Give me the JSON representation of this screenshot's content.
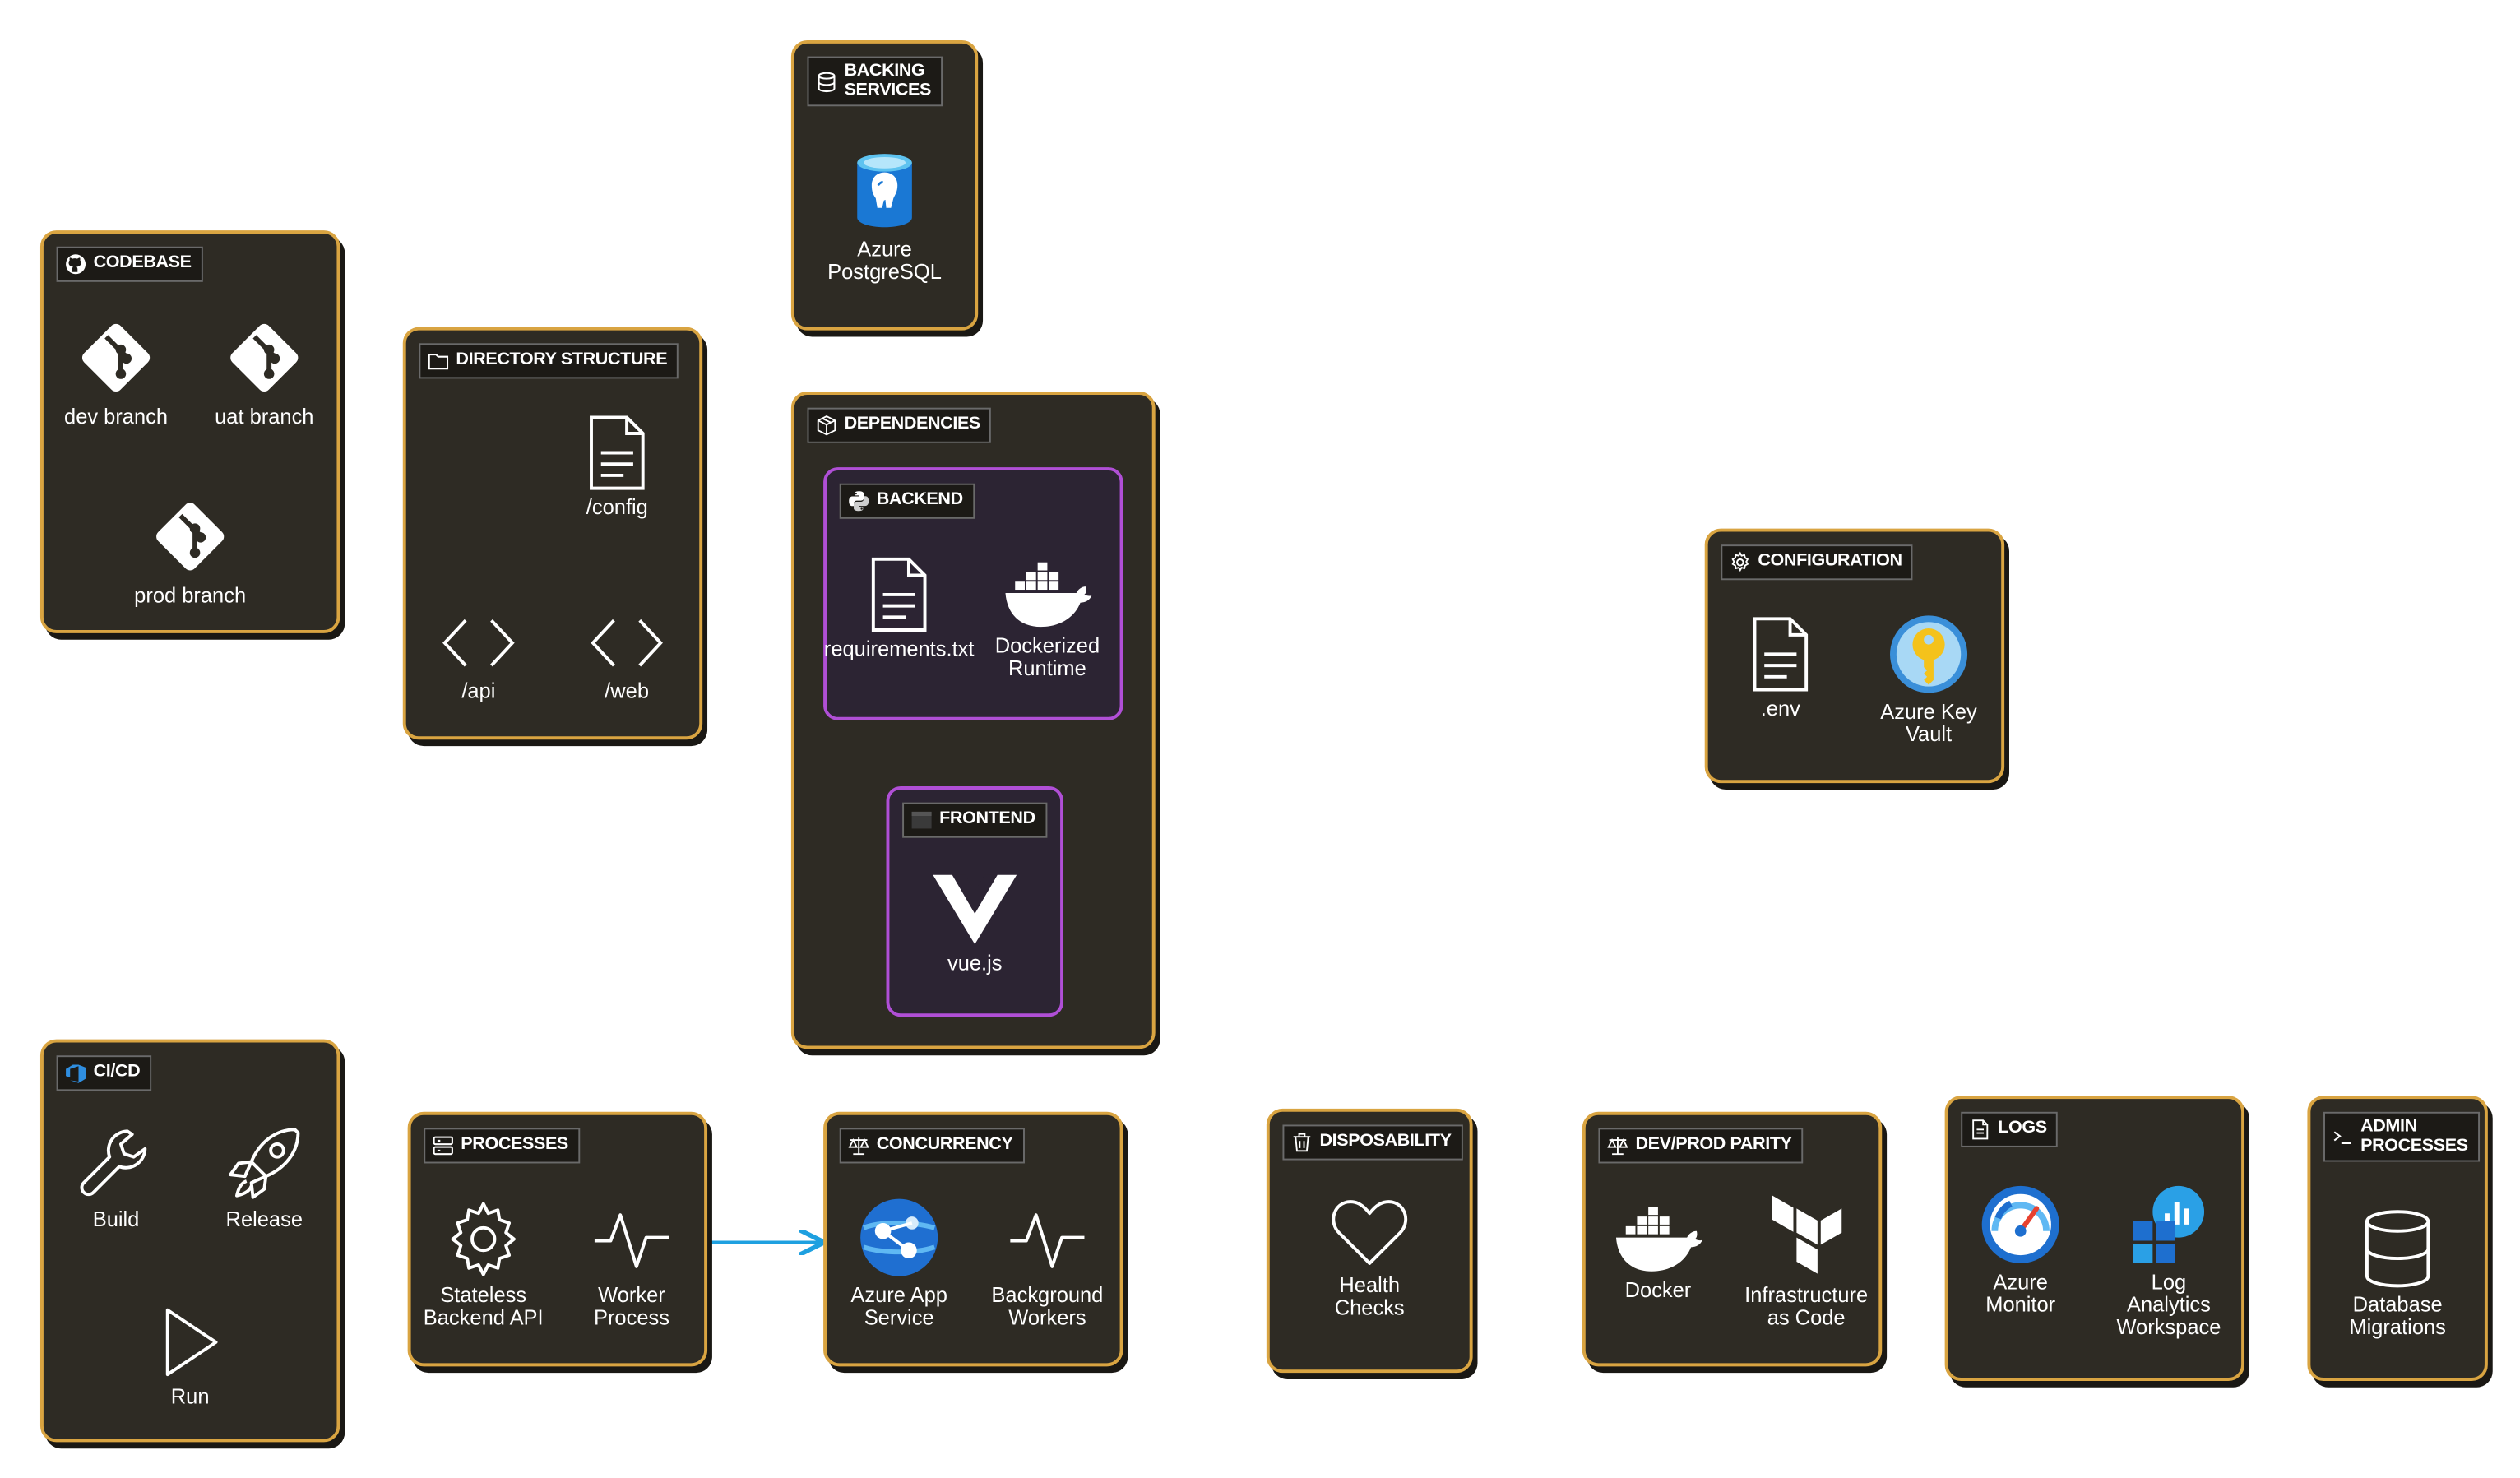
{
  "codebase": {
    "title": "CODEBASE",
    "items": [
      "dev branch",
      "uat branch",
      "prod branch"
    ]
  },
  "directory": {
    "title": "DIRECTORY STRUCTURE",
    "items": [
      "/config",
      "/api",
      "/web"
    ]
  },
  "backing": {
    "title": "BACKING\nSERVICES",
    "items": [
      "Azure\nPostgreSQL"
    ]
  },
  "dependencies": {
    "title": "DEPENDENCIES",
    "backend": {
      "title": "BACKEND",
      "items": [
        "requirements.txt",
        "Dockerized\nRuntime"
      ]
    },
    "frontend": {
      "title": "FRONTEND",
      "items": [
        "vue.js"
      ]
    }
  },
  "configuration": {
    "title": "CONFIGURATION",
    "items": [
      ".env",
      "Azure Key\nVault"
    ]
  },
  "cicd": {
    "title": "CI/CD",
    "items": [
      "Build",
      "Release",
      "Run"
    ]
  },
  "processes": {
    "title": "PROCESSES",
    "items": [
      "Stateless\nBackend API",
      "Worker\nProcess"
    ]
  },
  "concurrency": {
    "title": "CONCURRENCY",
    "items": [
      "Azure App\nService",
      "Background\nWorkers"
    ]
  },
  "disposability": {
    "title": "DISPOSABILITY",
    "items": [
      "Health\nChecks"
    ]
  },
  "parity": {
    "title": "DEV/PROD PARITY",
    "items": [
      "Docker",
      "Infrastructure\nas Code"
    ]
  },
  "logs": {
    "title": "LOGS",
    "items": [
      "Azure\nMonitor",
      "Log\nAnalytics\nWorkspace"
    ]
  },
  "admin": {
    "title": "ADMIN\nPROCESSES",
    "items": [
      "Database\nMigrations"
    ]
  },
  "colors": {
    "card_bg": "#2e2b24",
    "card_border": "#d9a441",
    "inner_border": "#b04fd6",
    "link": "#1ea0e0"
  }
}
